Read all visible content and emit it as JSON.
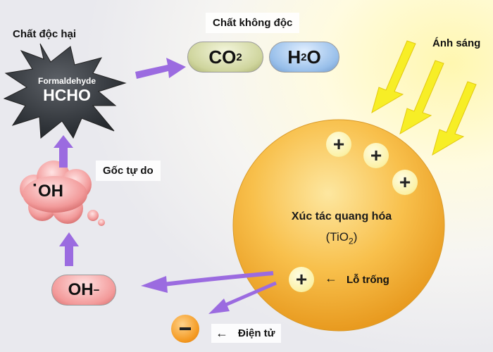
{
  "labels": {
    "harmful": "Chất độc hại",
    "non_toxic": "Chất không độc",
    "light": "Ánh sáng",
    "free_radical": "Gốc tự do",
    "hole": "Lỗ trống",
    "electron": "Điện tử"
  },
  "molecules": {
    "co2_main": "CO",
    "co2_sub": "2",
    "h2o_h": "H",
    "h2o_sub": "2",
    "h2o_o": "O",
    "formaldehyde": "Formaldehyde",
    "hcho": "HCHO",
    "oh_radical_dot": "·",
    "oh_radical": "OH",
    "oh_ion": "OH",
    "oh_ion_charge": "−"
  },
  "catalyst": {
    "name": "Xúc tác quang hóa",
    "formula_main": "(TiO",
    "formula_sub": "2",
    "formula_close": ")"
  },
  "symbols": {
    "plus": "+",
    "arrow_left": "←"
  },
  "colors": {
    "arrow_purple": "#9b6be0",
    "star_dark": "#3d4147",
    "sphere": "#f6b93a",
    "light_arrow": "#f7ee26"
  }
}
